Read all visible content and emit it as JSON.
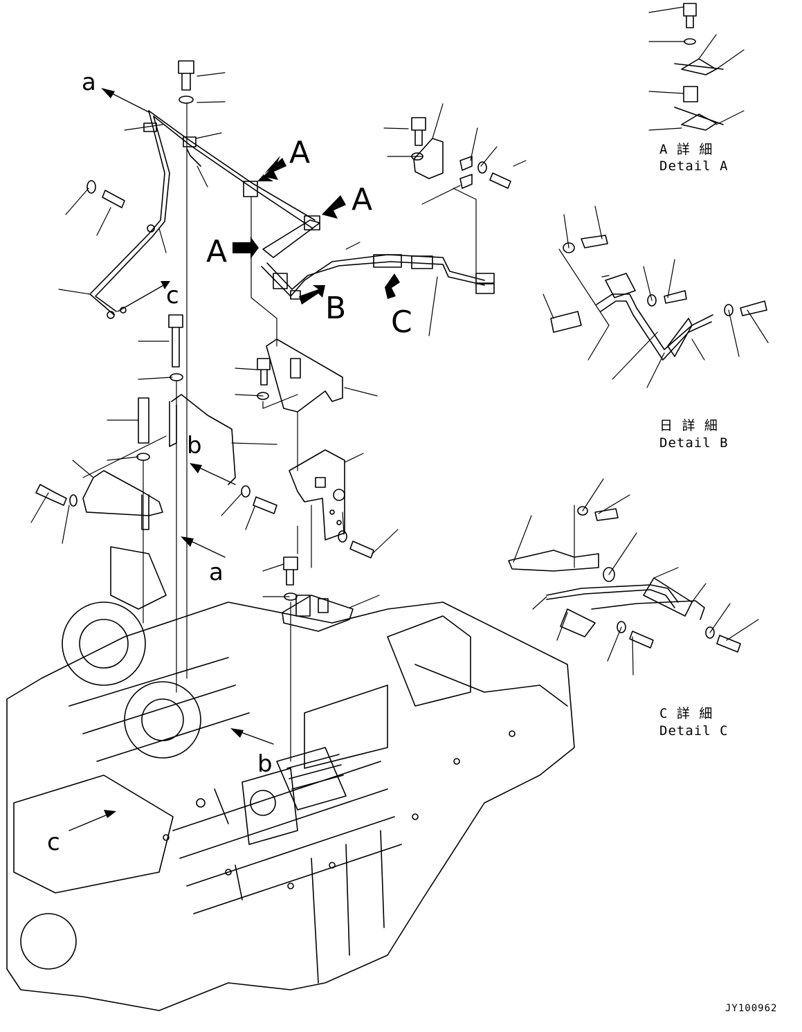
{
  "view_labels": {
    "A": "A",
    "B": "B",
    "C": "C",
    "a": "a",
    "b": "b",
    "c": "c"
  },
  "details": {
    "a_jp": "A 詳 細",
    "a_en": "Detail A",
    "b_jp": "日 詳 細",
    "b_en": "Detail B",
    "c_jp": "C 詳 細",
    "c_en": "Detail C"
  },
  "drawing_code": "JY100962"
}
